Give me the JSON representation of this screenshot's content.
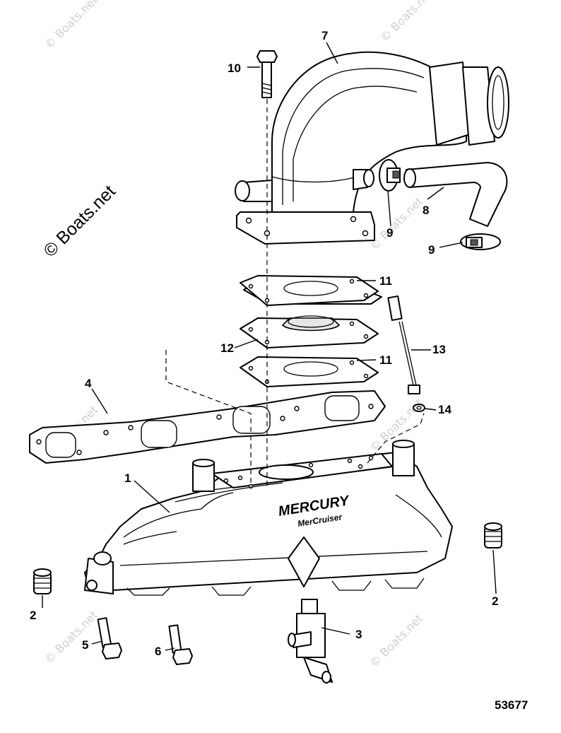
{
  "watermark": {
    "main": "© Boats.net",
    "faint": "© Boats.net"
  },
  "brand": {
    "name": "MERCURY",
    "sub": "MerCruiser"
  },
  "diagram_id": "53677",
  "callouts": {
    "c1": "1",
    "c2a": "2",
    "c2b": "2",
    "c3": "3",
    "c4": "4",
    "c5": "5",
    "c6": "6",
    "c7": "7",
    "c8": "8",
    "c9a": "9",
    "c9b": "9",
    "c10": "10",
    "c11a": "11",
    "c11b": "11",
    "c12": "12",
    "c13": "13",
    "c14": "14"
  }
}
